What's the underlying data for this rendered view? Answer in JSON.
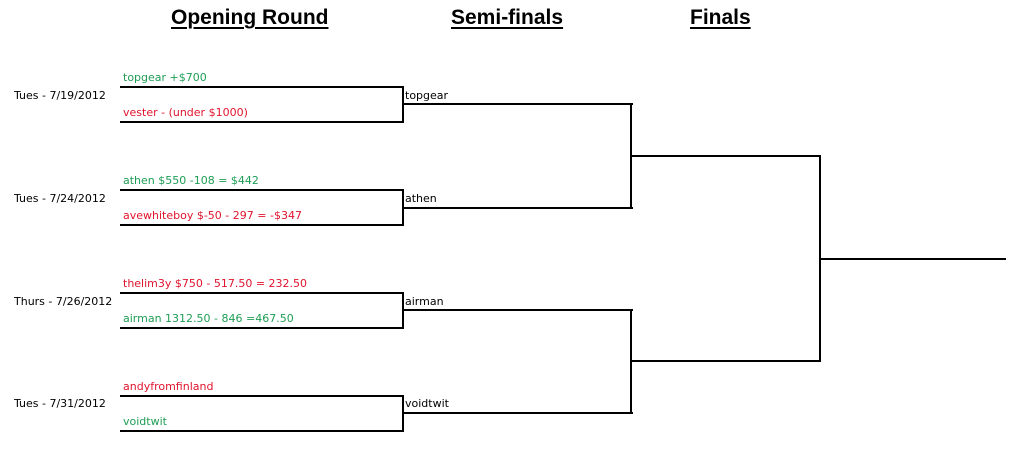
{
  "headings": {
    "opening_round": "Opening Round",
    "semi_finals": "Semi-finals",
    "finals": "Finals"
  },
  "colors": {
    "winner": "#1e9e55",
    "loser": "#e0142d",
    "neutral": "#000000"
  },
  "opening_round": [
    {
      "date": "Tues - 7/19/2012",
      "top": {
        "text": "topgear +$700",
        "status": "winner"
      },
      "bottom": {
        "text": "vester - (under $1000)",
        "status": "loser"
      }
    },
    {
      "date": "Tues - 7/24/2012",
      "top": {
        "text": "athen $550 -108 = $442",
        "status": "winner"
      },
      "bottom": {
        "text": "avewhiteboy $-50 - 297 = -$347",
        "status": "loser"
      }
    },
    {
      "date": "Thurs - 7/26/2012",
      "top": {
        "text": "thelim3y $750 - 517.50 = 232.50",
        "status": "loser"
      },
      "bottom": {
        "text": "airman 1312.50 - 846 =467.50",
        "status": "winner"
      }
    },
    {
      "date": "Tues - 7/31/2012",
      "top": {
        "text": "andyfromfinland",
        "status": "loser"
      },
      "bottom": {
        "text": "voidtwit",
        "status": "winner"
      }
    }
  ],
  "semi_finals": [
    "topgear",
    "athen",
    "airman",
    "voidtwit"
  ],
  "finals": [
    "",
    ""
  ],
  "champion": ""
}
